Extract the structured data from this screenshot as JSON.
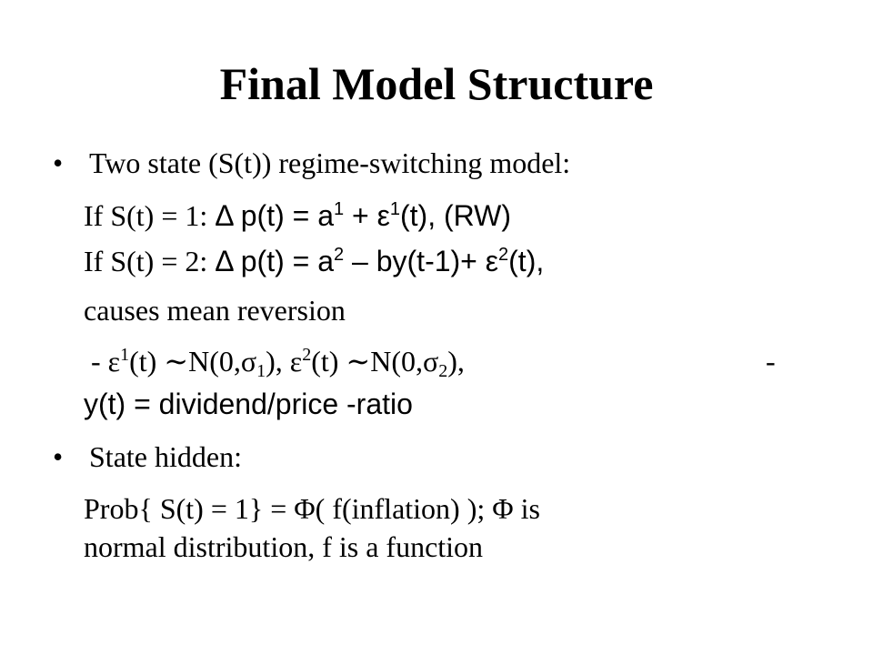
{
  "slide": {
    "title": "Final Model Structure",
    "bullet_symbol": "•",
    "bullet1": {
      "text": "Two state (S(t)) regime-switching model:"
    },
    "line_rw": {
      "cond": "If  S(t) = 1:  ",
      "delta": "Δ",
      "p_eq": " p(t) = a",
      "sup_a": "1",
      "plus_eps": " + ε",
      "sup_eps": "1",
      "rest": "(t),  (RW)"
    },
    "line_mr": {
      "cond": "If  S(t) = 2:  ",
      "delta": "Δ",
      "p_eq": " p(t)  = a",
      "sup_a": "2",
      "middle": " – by(t-1)+ ε",
      "sup_eps": "2",
      "rest": "(t),"
    },
    "line_causes": "causes mean reversion",
    "line_eps": {
      "dash": "-  ε",
      "sup1": "1",
      "part1": "(t) ∼N(0,σ",
      "sub1": "1",
      "part2": "), ε",
      "sup2": "2",
      "part3": "(t) ∼N(0,σ",
      "sub2": "2",
      "part4": "),",
      "trailing_dash": "-"
    },
    "line_y": "y(t)  =  dividend/price -ratio",
    "bullet2": {
      "text": "State hidden:"
    },
    "line_prob": "Prob{ S(t) = 1} = Φ( f(inflation) );    Φ  is",
    "line_normal": "normal distribution, f is a function"
  }
}
